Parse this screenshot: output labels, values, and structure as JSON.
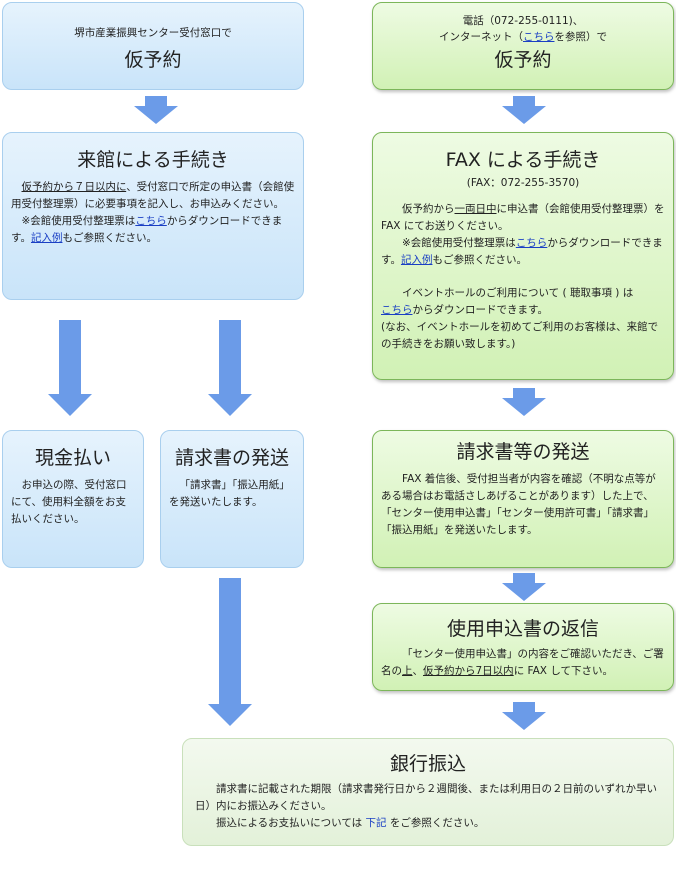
{
  "left_top": {
    "line1": "堺市産業振興センター受付窓口で",
    "title": "仮予約"
  },
  "right_top": {
    "line1": "電話（072-255-0111)、",
    "line2_a": "インターネット（",
    "line2_link": "こちら",
    "line2_b": "を参照）で",
    "title": "仮予約"
  },
  "visit": {
    "title": "来館による手続き",
    "p1_u": "仮予約から７日以内に",
    "p1_rest": "、受付窓口で所定の申込書（会館使用受付整理票）に必要事項を記入し、お申込みください。",
    "p2_a": "※会館使用受付整理票は",
    "p2_link": "こちら",
    "p2_b": "からダウンロードできます。",
    "p2_link2": "記入例",
    "p2_c": "もご参照ください。"
  },
  "fax": {
    "title": "FAX による手続き",
    "number": "(FAX：072-255-3570)",
    "p1_a": "仮予約から",
    "p1_u": "一両日中",
    "p1_b": "に申込書（会館使用受付整理票）を FAX にてお送りください。",
    "p2_a": "※会館使用受付整理票は",
    "p2_link": "こちら",
    "p2_b": "からダウンロードできます。",
    "p2_link2": "記入例",
    "p2_c": "もご参照ください。",
    "p3": "イベントホールのご利用について ( 聴取事項 ) は",
    "p3_link": "こちら",
    "p3_b": "からダウンロードできます。",
    "p4": "(なお、イベントホールを初めてご利用のお客様は、来館での手続きをお願い致します。)"
  },
  "cash": {
    "title": "現金払い",
    "body": "お申込の際、受付窓口にて、使用料全額をお支払いください。"
  },
  "invoice": {
    "title": "請求書の発送",
    "body": "「請求書」「振込用紙」を発送いたします。"
  },
  "invoice_etc": {
    "title": "請求書等の発送",
    "body": "FAX 着信後、受付担当者が内容を確認（不明な点等がある場合はお電話さしあげることがあります）した上で、「センター使用申込書」「センター使用許可書」「請求書」「振込用紙」を発送いたします。"
  },
  "reply": {
    "title": "使用申込書の返信",
    "body_a": "「センター使用申込書」の内容をご確認いただき、ご署名の",
    "body_u1": "上",
    "body_b": "、",
    "body_u2": "仮予約から7日以内",
    "body_c": "に FAX して下さい。"
  },
  "bank": {
    "title": "銀行振込",
    "line1": "請求書に記載された期限（請求書発行日から２週間後、または利用日の２日前のいずれか早い日）内にお振込みください。",
    "line2_a": "振込によるお支払いについては",
    "line2_link": "下記",
    "line2_b": "をご参照ください。"
  },
  "colors": {
    "blue_box": "#c9e4f9",
    "green_box": "#d1f1b5",
    "arrow": "#6b9be8",
    "link": "#1a3fc4"
  }
}
